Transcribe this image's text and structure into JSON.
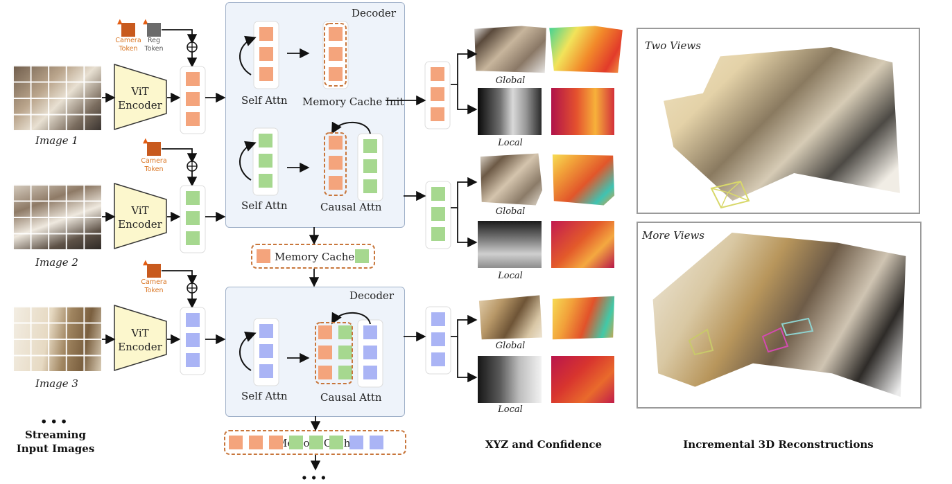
{
  "left": {
    "image_captions": [
      "Image 1",
      "Image 2",
      "Image 3"
    ],
    "ellipsis": "...",
    "streaming_title_line1": "Streaming",
    "streaming_title_line2": "Input Images",
    "encoder_line1": "ViT",
    "encoder_line2": "Encoder",
    "camera_token_line1": "Camera",
    "camera_token_line2": "Token",
    "reg_token_line1": "Reg",
    "reg_token_line2": "Token"
  },
  "decoder": {
    "title": "Decoder",
    "self_attn": "Self Attn",
    "memory_cache_init": "Memory Cache Init",
    "causal_attn": "Causal Attn",
    "memory_cache": "Memory Cache"
  },
  "outputs": {
    "global": "Global",
    "local": "Local",
    "section_title": "XYZ and Confidence"
  },
  "recon": {
    "two_views": "Two Views",
    "more_views": "More Views",
    "section_title": "Incremental 3D Reconstructions"
  },
  "colors": {
    "orange_token": "#f4a47c",
    "green_token": "#a6d88f",
    "blue_token": "#aab4f5",
    "camera_token": "#c85a1e",
    "reg_token": "#6b6b6b",
    "cache_border": "#c8763b",
    "panel_bg": "#eef3fa",
    "encoder_fill": "#fcf7cd"
  }
}
